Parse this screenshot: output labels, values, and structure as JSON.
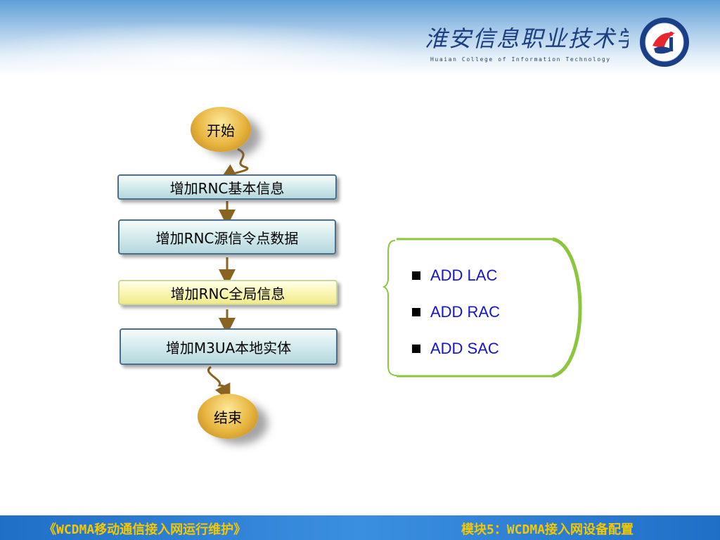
{
  "header": {
    "college_name_cn": "淮安信息职业技术学院",
    "college_name_en": "Huaian College of Information Technology",
    "logo_icon": "college-seal-logo"
  },
  "flowchart": {
    "start": "开始",
    "steps": [
      "增加RNC基本信息",
      "增加RNC源信令点数据",
      "增加RNC全局信息",
      "增加M3UA本地实体"
    ],
    "highlighted_step": "增加RNC全局信息",
    "end": "结束"
  },
  "commands": [
    "ADD LAC",
    "ADD RAC",
    "ADD SAC"
  ],
  "footer": {
    "left": "《WCDMA移动通信接入网运行维护》",
    "right": "模块5：WCDMA接入网设备配置"
  },
  "colors": {
    "banner_blue": "#5e9ed8",
    "footer_blue": "#1f6fc6",
    "footer_text": "#f4c800",
    "command_text": "#1414d0",
    "arrow": "#8a6320",
    "bracket_green": "#8cc63f"
  }
}
